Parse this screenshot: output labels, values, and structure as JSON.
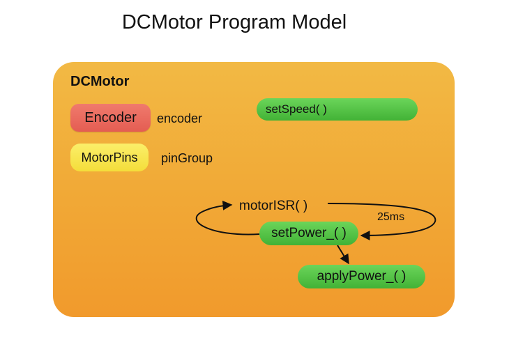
{
  "diagram": {
    "title": "DCMotor Program Model",
    "panel_title": "DCMotor",
    "encoder_box": "Encoder",
    "encoder_label": "encoder",
    "motorpins_box": "MotorPins",
    "pingroup_label": "pinGroup",
    "set_speed": "setSpeed( )",
    "motor_isr": "motorISR( )",
    "interval": "25ms",
    "set_power": "setPower_( )",
    "apply_power": "applyPower_( )"
  },
  "colors": {
    "panel": "#f1ab38",
    "encoder": "#e86a5e",
    "motorpins": "#f7e44d",
    "method": "#52c044"
  }
}
